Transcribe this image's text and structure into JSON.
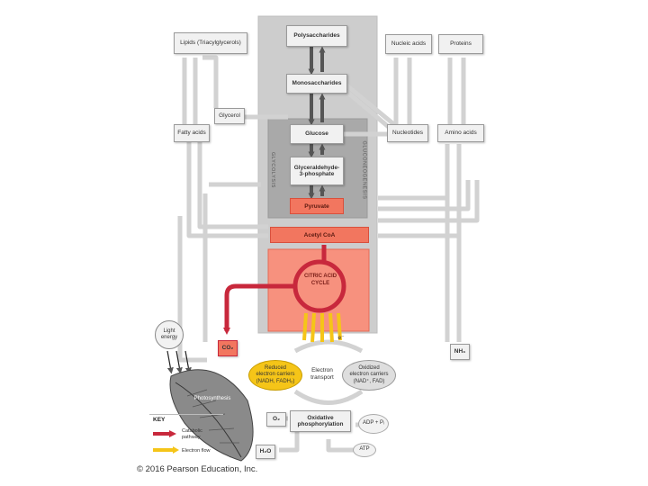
{
  "title": "",
  "boxes": {
    "lipids": "Lipids (Triacylglycerols)",
    "polysaccharides": "Polysaccharides",
    "nucleic_acids": "Nucleic acids",
    "proteins": "Proteins",
    "monosaccharides": "Monosaccharides",
    "glycerol": "Glycerol",
    "fatty_acids": "Fatty acids",
    "glucose": "Glucose",
    "nucleotides": "Nucleotides",
    "amino_acids": "Amino acids",
    "g3p": "Glyceraldehyde-3-phosphate",
    "pyruvate": "Pyruvate",
    "acetyl_coa": "Acetyl CoA",
    "citric_acid_cycle": "CITRIC ACID CYCLE",
    "co2": "CO₂",
    "nh3": "NH₃",
    "o2": "O₂",
    "h2o": "H₂O",
    "light_energy": "Light energy",
    "photosynthesis": "Photosynthesis",
    "reduced_carriers": "Reduced electron carriers (NADH, FADH₂)",
    "oxidized_carriers": "Oxidized electron carriers (NAD⁺, FAD)",
    "electron_transport": "Electron transport",
    "oxidative_phosphorylation": "Oxidative phosphorylation",
    "adp": "ADP + Pᵢ",
    "atp": "ATP",
    "electron": "e⁻"
  },
  "labels": {
    "glycolysis": "GLYCOLYSIS",
    "gluconeogenesis": "GLUCONEOGENESIS"
  },
  "key": {
    "title": "KEY",
    "catabolic": "Catabolic pathway",
    "electron_flow": "Electron flow"
  },
  "copyright": "© 2016 Pearson Education, Inc.",
  "colors": {
    "catabolic": "#c8283c",
    "electron_flow": "#f5c518",
    "core_region": "#cdcdcd",
    "glycolysis_region": "#a9a9a9",
    "red_region": "#f7917e",
    "arrow_gray": "#d2d2d2"
  }
}
